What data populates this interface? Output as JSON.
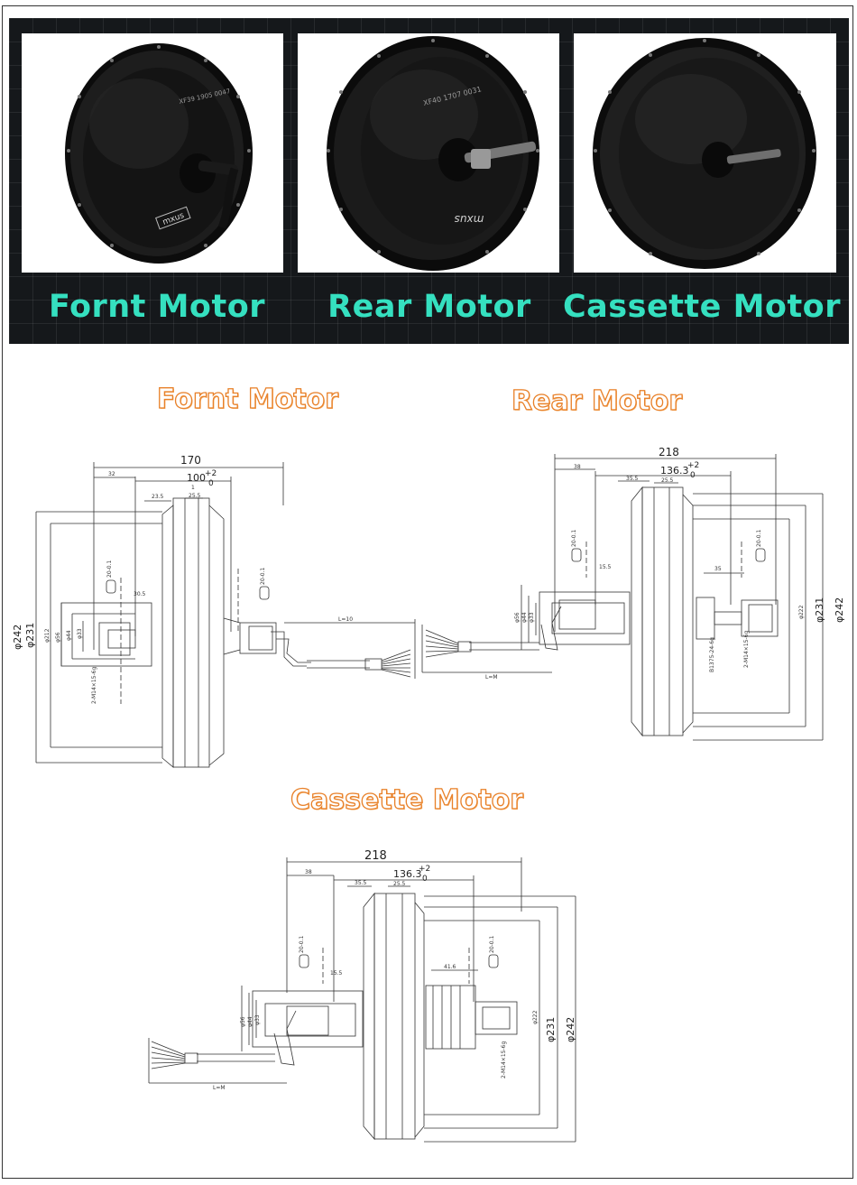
{
  "banner": {
    "photos": [
      {
        "label": "Fornt Motor",
        "brand": "mxus",
        "serial": "XF39 1905 0047"
      },
      {
        "label": "Rear Motor",
        "brand": "mxus",
        "serial": "XF40 1707 0031"
      },
      {
        "label": "Cassette Motor",
        "brand": "",
        "serial": ""
      }
    ]
  },
  "drawings": {
    "front": {
      "title": "Fornt Motor",
      "dims": {
        "overall": "170",
        "hub": "100",
        "tol_plus": "+2",
        "tol_zero": "0",
        "d242": "φ242",
        "d231": "φ231",
        "d212": "φ212",
        "d56": "φ56",
        "d44": "φ44",
        "d33": "φ33",
        "a32": "32",
        "a23_5": "23.5",
        "a25_5": "25.5",
        "a30_5": "30.5",
        "a1": "1",
        "thread": "2-M14×15-6g",
        "cable": "L=10",
        "washer": "20-0.1"
      }
    },
    "rear": {
      "title": "Rear Motor",
      "dims": {
        "overall": "218",
        "hub": "136.3",
        "tol_plus": "+2",
        "tol_zero": "0",
        "d242": "φ242",
        "d231": "φ231",
        "d222": "φ222",
        "d56": "φ56",
        "d44": "φ44",
        "d33": "φ33",
        "a38": "38",
        "a35_5": "35.5",
        "a25_5": "25.5",
        "a15_5": "15.5",
        "a35": "35",
        "thread": "2-M14×15-6g",
        "spline": "B1375-24-6g",
        "cable": "L=M",
        "washer": "20-0.1"
      }
    },
    "cassette": {
      "title": "Cassette Motor",
      "dims": {
        "overall": "218",
        "hub": "136.3",
        "tol_plus": "+2",
        "tol_zero": "0",
        "d242": "φ242",
        "d231": "φ231",
        "d222": "φ222",
        "d56": "φ56",
        "d44": "φ44",
        "d33": "φ33",
        "a38": "38",
        "a35_5": "35.5",
        "a25_5": "25.5",
        "a15_5": "15.5",
        "a41_6": "41.6",
        "thread": "2-M14×15-6g",
        "cable": "L=M",
        "washer": "20-0.1"
      }
    }
  },
  "colors": {
    "banner_text": "#35e0c0",
    "title_outline": "#e8812a",
    "banner_bg": "#15181b"
  }
}
